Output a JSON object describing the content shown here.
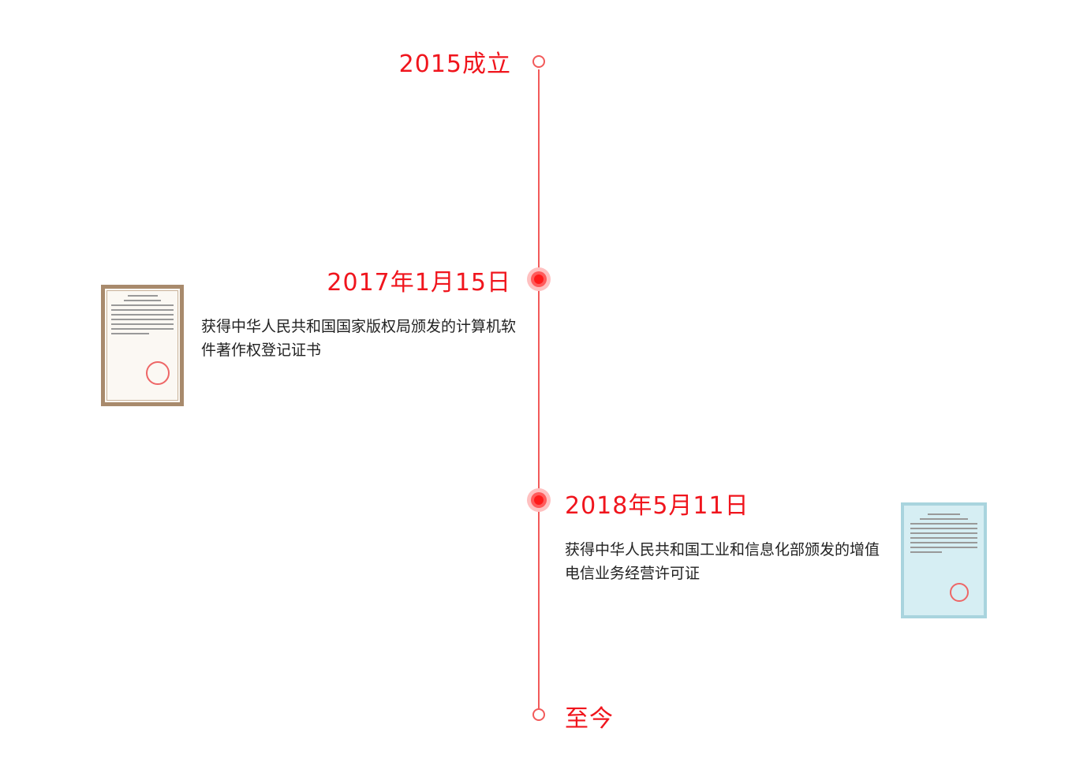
{
  "timeline": [
    {
      "date": "2015成立"
    },
    {
      "date": "2017年1月15日",
      "description": "获得中华人民共和国国家版权局颁发的计算机软件著作权登记证书"
    },
    {
      "date": "2018年5月11日",
      "description": "获得中华人民共和国工业和信息化部颁发的增值电信业务经营许可证"
    },
    {
      "date": "至今"
    }
  ],
  "colors": {
    "accent": "#f0151d",
    "line": "#f25a5a"
  }
}
